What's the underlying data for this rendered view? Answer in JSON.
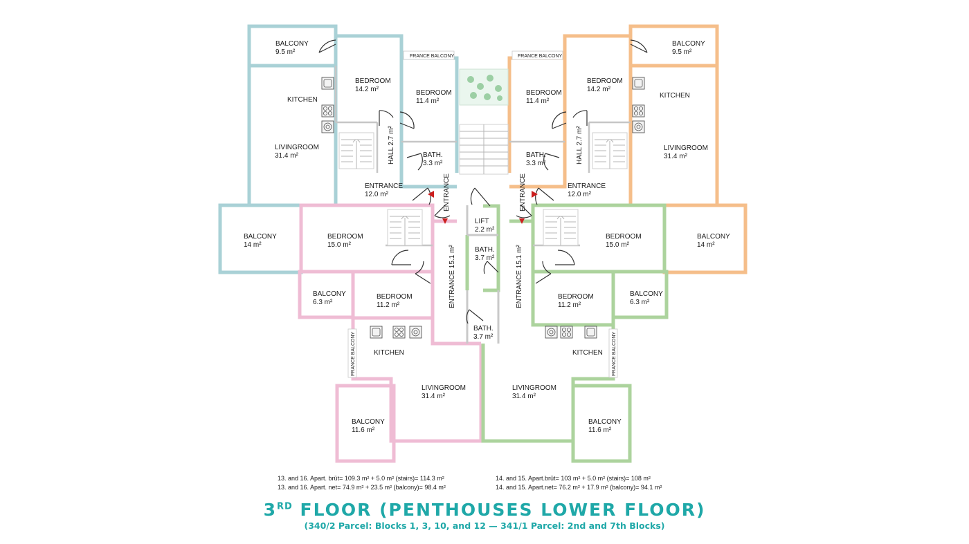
{
  "labels": {
    "balcony": "BALCONY",
    "bedroom": "BEDROOM",
    "kitchen": "KITCHEN",
    "livingroom": "LIVINGROOM",
    "entrance": "ENTRANCE",
    "bath": "BATH.",
    "lift": "LIFT",
    "hall": "HALL 2.7 m²",
    "france_balcony": "FRANCE BALCONY",
    "entrance_corridor": "ENTRANCE 15.1 m²"
  },
  "areas": {
    "balcony_top": "9.5 m²",
    "bedroom_top_outer": "14.2 m²",
    "bedroom_top_inner": "11.4 m²",
    "livingroom_top": "31.4 m²",
    "bath_top": "3.3 m²",
    "entrance_top": "12.0 m²",
    "balcony_side": "14 m²",
    "bedroom_mid": "15.0 m²",
    "balcony_small": "6.3 m²",
    "bedroom_small": "11.2 m²",
    "livingroom_bottom": "31.4 m²",
    "balcony_bottom": "11.6 m²",
    "lift": "2.2 m²",
    "bath_bottom_a": "3.7 m²",
    "bath_bottom_b": "3.7 m²"
  },
  "notes": {
    "left_1": "13. and 16. Apart. brüt= 109.3 m² + 5.0 m² (stairs)= 114.3 m²",
    "left_2": "13. and 16. Apart. net= 74.9 m² + 23.5 m² (balcony)= 98.4 m²",
    "right_1": "14. and 15. Apart.brüt= 103 m² + 5.0 m² (stairs)= 108 m²",
    "right_2": "14. and 15. Apart.net= 76.2 m² + 17.9 m² (balcony)= 94.1 m²"
  },
  "title": {
    "number": "3",
    "suffix": "RD",
    "text": "FLOOR (PENTHOUSES LOWER FLOOR)"
  },
  "subtitle": "(340/2 Parcel: Blocks 1, 3, 10, and 12 — 341/1 Parcel: 2nd and 7th Blocks)",
  "colors": {
    "apartment_blue": "#a9d1d6",
    "apartment_orange": "#f5be8a",
    "apartment_pink": "#efbcd4",
    "apartment_green": "#acd39d",
    "title": "#1fa8a8",
    "entrance_marker": "#cc1f1f"
  }
}
